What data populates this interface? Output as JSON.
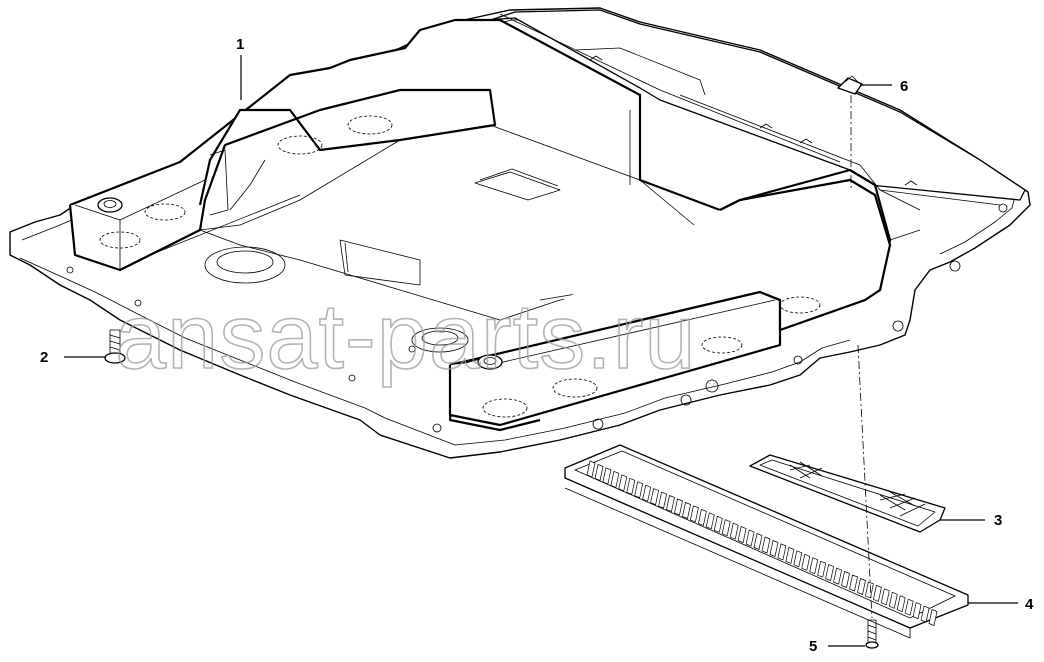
{
  "watermark": {
    "text": "ansat-parts.ru",
    "color": "#9a9a9a"
  },
  "callouts": [
    {
      "id": "1",
      "label": "1"
    },
    {
      "id": "2",
      "label": "2"
    },
    {
      "id": "3",
      "label": "3"
    },
    {
      "id": "4",
      "label": "4"
    },
    {
      "id": "5",
      "label": "5"
    },
    {
      "id": "6",
      "label": "6"
    }
  ],
  "colors": {
    "line": "#000000",
    "background": "#ffffff"
  }
}
